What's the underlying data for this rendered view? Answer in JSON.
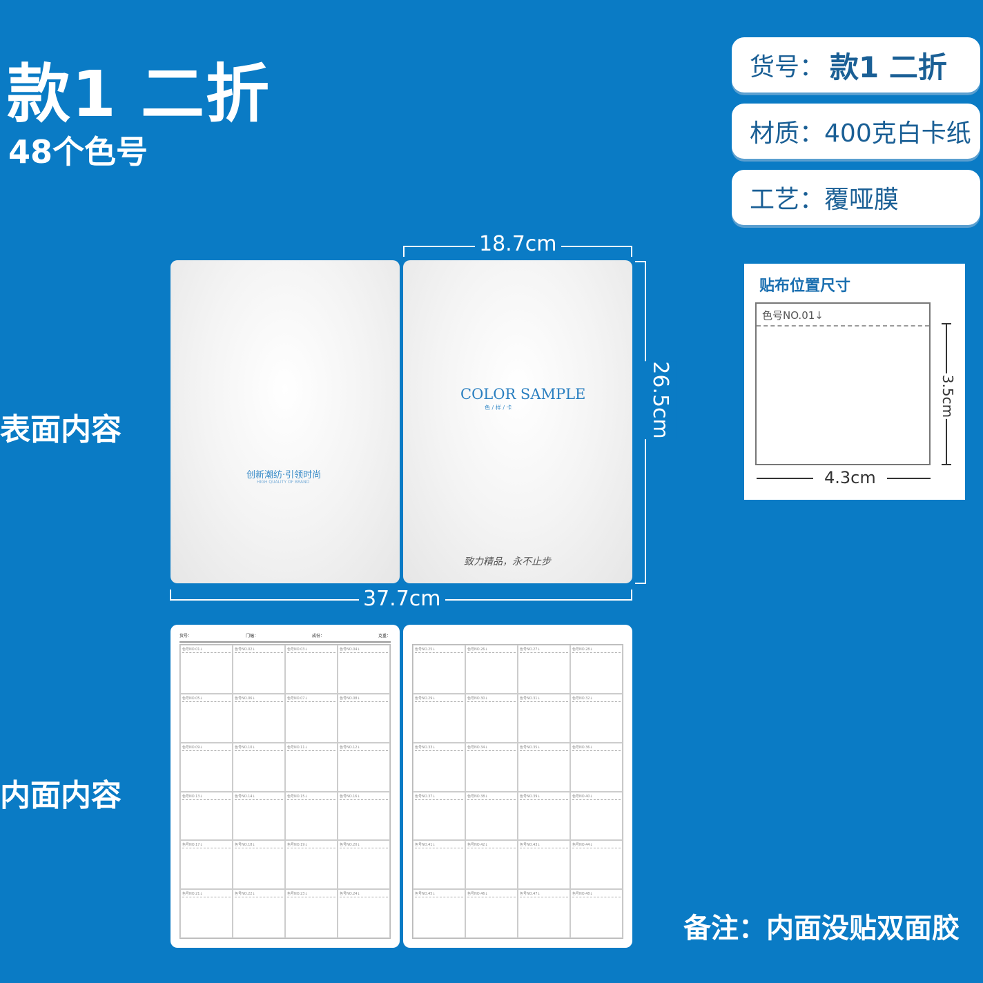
{
  "title": "款1 二折",
  "subtitle": "48个色号",
  "specs": [
    {
      "label": "货号：",
      "value": "款1 二折"
    },
    {
      "label": "材质：",
      "value": "400克白卡纸"
    },
    {
      "label": "工艺：",
      "value": "覆哑膜"
    }
  ],
  "side_labels": {
    "outer": "表面内容",
    "inner": "内面内容"
  },
  "dimensions": {
    "half_width": "18.7cm",
    "height": "26.5cm",
    "full_width": "37.7cm"
  },
  "cover": {
    "title": "COLOR SAMPLE",
    "title_cn": "色 / 样 / 卡",
    "slogan": "创新潮纺·引领时尚",
    "slogan_en": "HIGH QUALITY OF BRAND",
    "signature": "致力精品，永不止步"
  },
  "inner_header": [
    "货号：",
    "门幅：",
    "成份：",
    "克重："
  ],
  "sticker": {
    "title": "贴布位置尺寸",
    "label": "色号NO.01↓",
    "width": "4.3cm",
    "height": "3.5cm"
  },
  "note": "备注：内面没贴双面胶",
  "colors": {
    "background": "#0a7bc5",
    "accent": "#1a6fb0"
  }
}
